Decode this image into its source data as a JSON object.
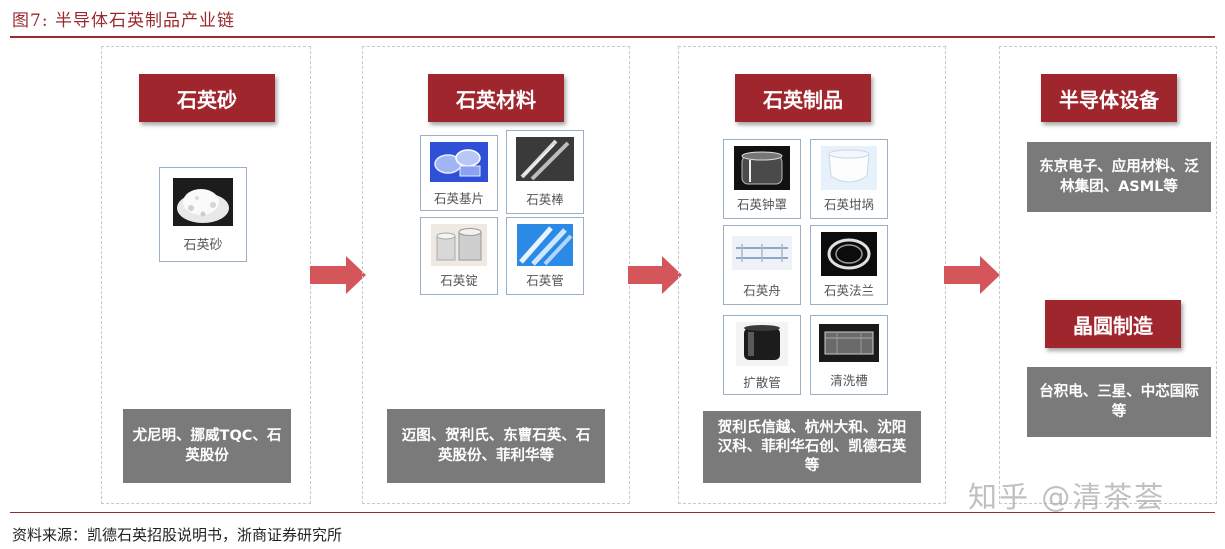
{
  "figure": {
    "title": "图7:   半导体石英制品产业链",
    "source": "资料来源：凯德石英招股说明书，浙商证券研究所",
    "watermark": "知乎 @清茶荟"
  },
  "colors": {
    "accent": "#9b2a2f",
    "header_box": "#a0262d",
    "company_box": "#7a7a7a",
    "arrow": "#d4555a"
  },
  "stages": [
    {
      "title": "石英砂",
      "items": [
        {
          "label": "石英砂",
          "icon": "white-sand-photo"
        }
      ],
      "companies": "尤尼明、挪威TQC、石英股份"
    },
    {
      "title": "石英材料",
      "items": [
        {
          "label": "石英基片",
          "icon": "quartz-wafer-photo"
        },
        {
          "label": "石英棒",
          "icon": "quartz-rod-photo"
        },
        {
          "label": "石英锭",
          "icon": "quartz-ingot-photo"
        },
        {
          "label": "石英管",
          "icon": "quartz-tube-photo"
        }
      ],
      "companies": "迈图、贺利氏、东曹石英、石英股份、菲利华等"
    },
    {
      "title": "石英制品",
      "items": [
        {
          "label": "石英钟罩",
          "icon": "quartz-bell-jar-photo"
        },
        {
          "label": "石英坩埚",
          "icon": "quartz-crucible-photo"
        },
        {
          "label": "石英舟",
          "icon": "quartz-boat-photo"
        },
        {
          "label": "石英法兰",
          "icon": "quartz-flange-photo"
        },
        {
          "label": "扩散管",
          "icon": "diffusion-tube-photo"
        },
        {
          "label": "清洗槽",
          "icon": "cleaning-tank-photo"
        }
      ],
      "companies": "贺利氏信越、杭州大和、沈阳汉科、菲利华石创、凯德石英等"
    },
    {
      "title": "半导体设备",
      "companies": "东京电子、应用材料、泛林集团、ASML等",
      "title2": "晶圆制造",
      "companies2": "台积电、三星、中芯国际等"
    }
  ]
}
